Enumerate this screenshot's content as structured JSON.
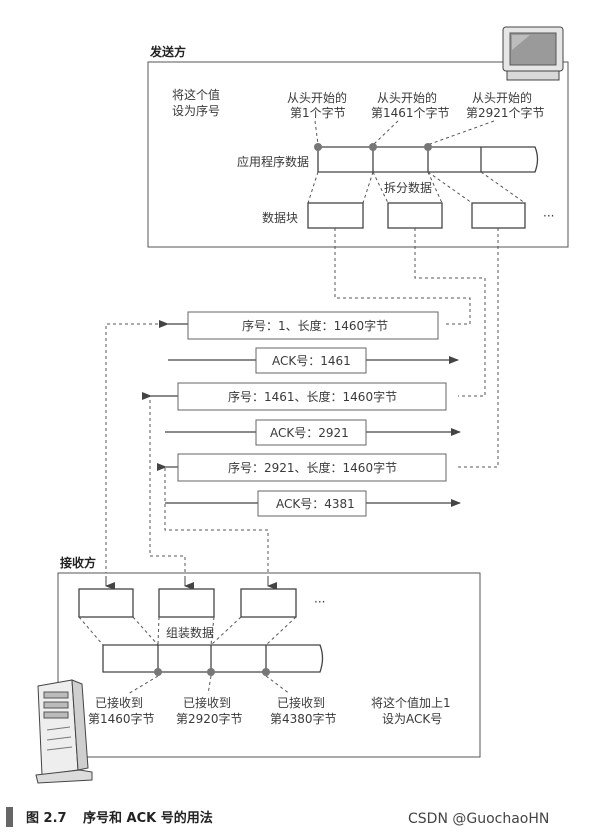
{
  "sender": {
    "title": "发送方",
    "note_line1": "将这个值",
    "note_line2": "设为序号",
    "marker1_line1": "从头开始的",
    "marker1_line2": "第1个字节",
    "marker2_line1": "从头开始的",
    "marker2_line2": "第1461个字节",
    "marker3_line1": "从头开始的",
    "marker3_line2": "第2921个字节",
    "app_data_label": "应用程序数据",
    "split_label": "拆分数据",
    "chunks_label": "数据块",
    "ellipsis": "···"
  },
  "messages": {
    "seg1": "序号：1、长度：1460字节",
    "ack1": "ACK号：1461",
    "seg2": "序号：1461、长度：1460字节",
    "ack2": "ACK号：2921",
    "seg3": "序号：2921、长度：1460字节",
    "ack3": "ACK号：4381"
  },
  "receiver": {
    "title": "接收方",
    "ellipsis": "···",
    "assemble_label": "组装数据",
    "recv1_line1": "已接收到",
    "recv1_line2": "第1460字节",
    "recv2_line1": "已接收到",
    "recv2_line2": "第2920字节",
    "recv3_line1": "已接收到",
    "recv3_line2": "第4380字节",
    "note_line1": "将这个值加上1",
    "note_line2": "设为ACK号"
  },
  "caption": {
    "figure": "图 2.7",
    "text": "序号和 ACK 号的用法"
  },
  "watermark": "CSDN @GuochaoHN",
  "colors": {
    "line": "#555555",
    "dot": "#777777",
    "caption_bar": "#666666"
  }
}
